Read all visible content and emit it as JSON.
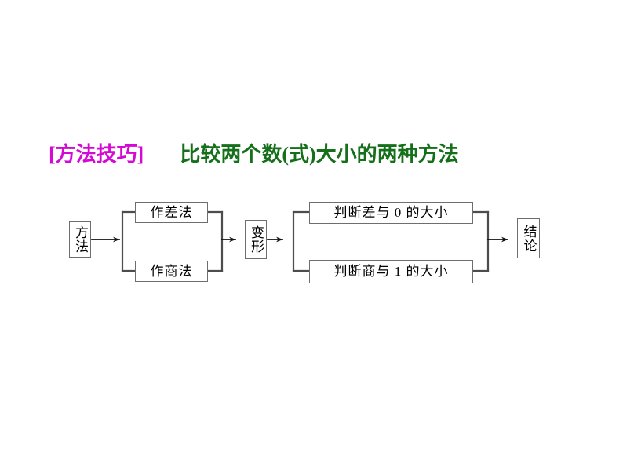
{
  "slide": {
    "background_color": "#ffffff"
  },
  "heading": {
    "tag": "[方法技巧]",
    "tag_color": "#d40ad4",
    "subject": "比较两个数(式)大小的两种方法",
    "subject_color": "#16701b"
  },
  "diagram": {
    "type": "flowchart",
    "direction": "left-to-right",
    "line_color": "#4d4d4d",
    "box_border_color": "#6e6e6e",
    "box_fill": "#ffffff",
    "text_color": "#000000",
    "nodes": [
      {
        "id": "fangfa",
        "label": "方法",
        "orientation": "vertical"
      },
      {
        "id": "zuocha",
        "label": "作差法",
        "orientation": "horizontal"
      },
      {
        "id": "zuoshang",
        "label": "作商法",
        "orientation": "horizontal"
      },
      {
        "id": "bianxing",
        "label": "变形",
        "orientation": "vertical"
      },
      {
        "id": "cha0",
        "label": "判断差与 0 的大小",
        "orientation": "horizontal"
      },
      {
        "id": "shang1",
        "label": "判断商与 1 的大小",
        "orientation": "horizontal"
      },
      {
        "id": "jielun",
        "label": "结论",
        "orientation": "vertical"
      }
    ],
    "edges": [
      {
        "from": "fangfa",
        "to": "zuocha",
        "arrow": true
      },
      {
        "from": "fangfa",
        "to": "zuoshang",
        "arrow": true
      },
      {
        "from": "zuocha",
        "to": "bianxing",
        "arrow": true
      },
      {
        "from": "zuoshang",
        "to": "bianxing",
        "arrow": true
      },
      {
        "from": "bianxing",
        "to": "cha0",
        "arrow": true
      },
      {
        "from": "bianxing",
        "to": "shang1",
        "arrow": true
      },
      {
        "from": "cha0",
        "to": "jielun",
        "arrow": true
      },
      {
        "from": "shang1",
        "to": "jielun",
        "arrow": true
      }
    ]
  }
}
